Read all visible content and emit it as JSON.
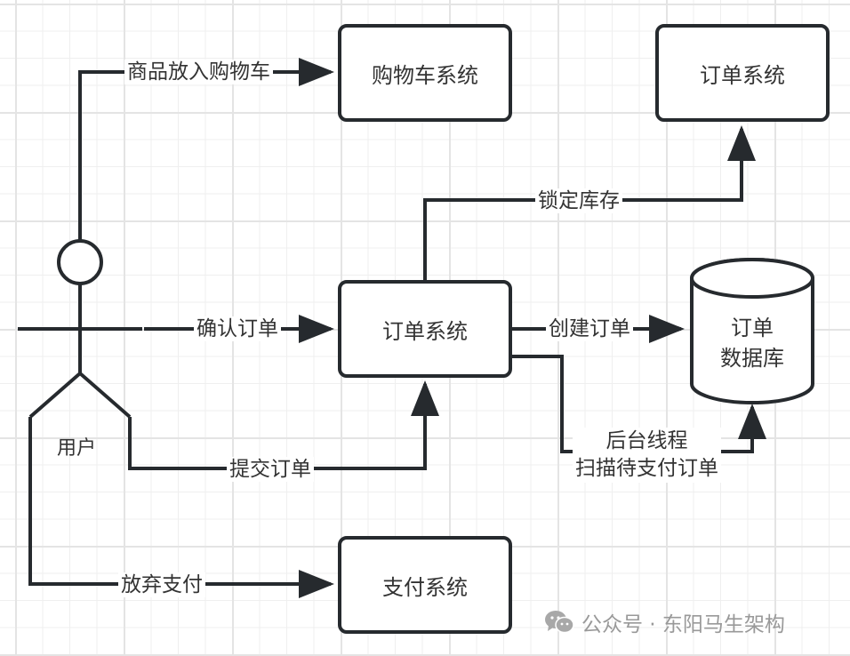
{
  "diagram": {
    "actor": {
      "label": "用户"
    },
    "nodes": {
      "cart_system": "购物车系统",
      "order_system_top": "订单系统",
      "order_system_main": "订单系统",
      "payment_system": "支付系统",
      "order_db": {
        "line1": "订单",
        "line2": "数据库"
      }
    },
    "edges": {
      "add_to_cart": "商品放入购物车",
      "confirm_order": "确认订单",
      "submit_order": "提交订单",
      "abandon_payment": "放弃支付",
      "lock_inventory": "锁定库存",
      "create_order": "创建订单",
      "background_scan_line1": "后台线程",
      "background_scan_line2": "扫描待支付订单"
    }
  },
  "watermark": {
    "icon": "wechat-icon",
    "text": "公众号 · 东阳马生架构"
  },
  "colors": {
    "stroke": "#262a2e",
    "text": "#333333",
    "grid": "#e4e4e4",
    "watermark": "#999999"
  }
}
